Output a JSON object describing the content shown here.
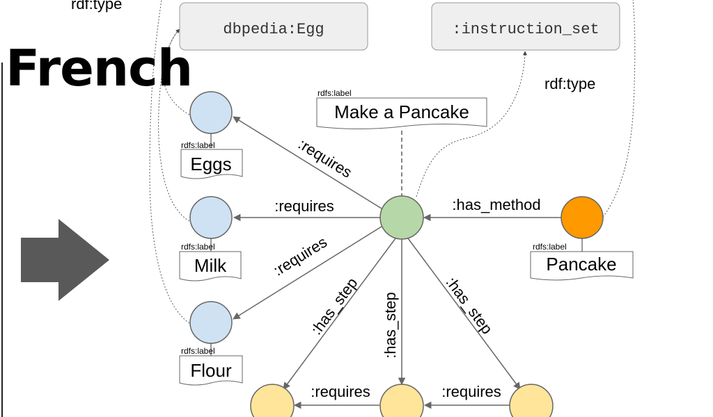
{
  "slide": {
    "title": "French"
  },
  "colors": {
    "ingredient_node": "#cfe2f3",
    "method_node": "#b6d7a8",
    "dish_node": "#ff9900",
    "step_node": "#ffe599",
    "class_box": "#efefef",
    "arrow_shape": "#595959"
  },
  "icons": {
    "slide_arrow": "right-arrow-icon"
  },
  "graph": {
    "top_rdf_type": "rdf:type",
    "right_rdf_type": "rdf:type",
    "classes": {
      "egg": "dbpedia:Egg",
      "instruction_set": ":instruction_set"
    },
    "method_label": {
      "tag": "rdfs:label",
      "text": "Make a Pancake"
    },
    "ingredients": [
      {
        "tag": "rdfs:label",
        "text": "Eggs"
      },
      {
        "tag": "rdfs:label",
        "text": "Milk"
      },
      {
        "tag": "rdfs:label",
        "text": "Flour"
      }
    ],
    "dish": {
      "tag": "rdfs:label",
      "text": "Pancake"
    },
    "edges": {
      "requires_eggs": ":requires",
      "requires_milk": ":requires",
      "requires_flour": ":requires",
      "has_method": ":has_method",
      "has_step_left": ":has_step",
      "has_step_middle": ":has_step",
      "has_step_right": ":has_step",
      "step_requires_left": ":requires",
      "step_requires_right": ":requires"
    }
  }
}
